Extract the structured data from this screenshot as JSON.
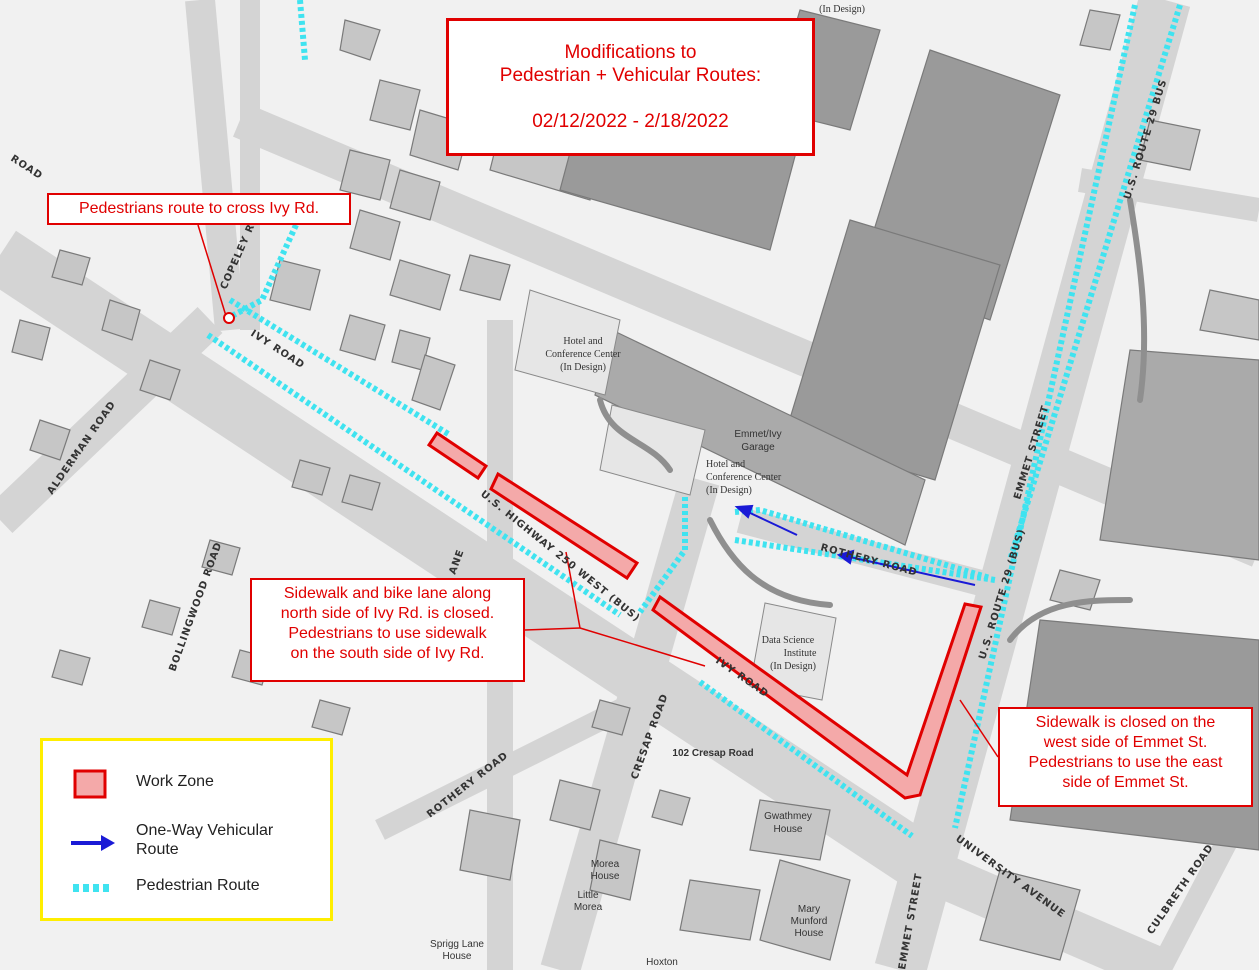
{
  "title": {
    "line1": "Modifications to",
    "line2": "Pedestrian + Vehicular Routes:",
    "dates": "02/12/2022 - 2/18/2022"
  },
  "callouts": {
    "ped_cross": "Pedestrians route to cross Ivy Rd.",
    "ivy_closed": [
      "Sidewalk and bike lane along",
      "north side of Ivy Rd. is closed.",
      "Pedestrians to use sidewalk",
      "on the south side of Ivy Rd."
    ],
    "emmet_closed": [
      "Sidewalk is closed on the",
      "west side of Emmet St.",
      "Pedestrians to use the east",
      "side of Emmet St."
    ]
  },
  "legend": {
    "work_zone": "Work Zone",
    "one_way_1": "One-Way Vehicular",
    "one_way_2": "Route",
    "ped_route": "Pedestrian Route"
  },
  "roads": {
    "road_nw": "ROAD",
    "copeley": "COPELEY ROAD",
    "ivy_1": "IVY ROAD",
    "ivy_2": "IVY ROAD",
    "alderman": "ALDERMAN  ROAD",
    "us250": "U.S. HIGHWAY 250 WEST (BUS)",
    "bollingwood": "BOLLINGWOOD ROAD",
    "lane_fragment": "ANE",
    "rothery_sw": "ROTHERY ROAD",
    "rothery": "ROTHERY ROAD",
    "cresap": "CRESAP  ROAD",
    "emmet_n": "EMMET  STREET",
    "emmet_s": "EMMET  STREET",
    "route29_n": "U.S. ROUTE 29 BUS",
    "route29_s": "U.S. ROUTE 29 (BUS)",
    "university": "UNIVERSITY AVENUE",
    "culbreth": "CULBRETH ROAD"
  },
  "buildings": {
    "in_design_top": "(In Design)",
    "hotel_1": [
      "Hotel and",
      "Conference Center",
      "(In Design)"
    ],
    "garage": [
      "Emmet/Ivy",
      "Garage"
    ],
    "hotel_2": [
      "Hotel and",
      "Conference Center",
      "(In Design)"
    ],
    "data_science": [
      "Data Science",
      "Institute",
      "(In Design)"
    ],
    "cresap_102": "102 Cresap Road",
    "gwathmey": [
      "Gwathmey",
      "House"
    ],
    "morea": [
      "Morea",
      "House"
    ],
    "little_morea": [
      "Little",
      "Morea"
    ],
    "mary_munford": [
      "Mary",
      "Munford",
      "House"
    ],
    "sprigg_lane": [
      "Sprigg Lane",
      "House"
    ],
    "hoxton": "Hoxton"
  },
  "colors": {
    "work_zone_fill": "#f4a9a9",
    "work_zone_stroke": "#e00000",
    "pedestrian_route": "#3fe3f0",
    "vehicular_arrow": "#1a1ad6",
    "callout_red": "#e00000",
    "legend_border": "#ffee00"
  }
}
